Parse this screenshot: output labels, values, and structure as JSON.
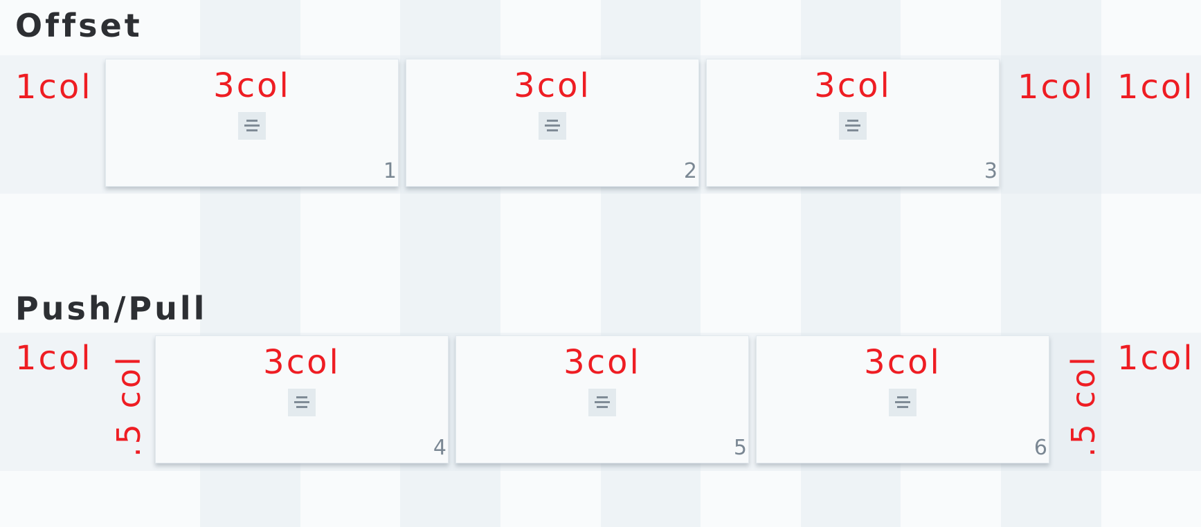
{
  "sections": {
    "offset": {
      "heading": "Offset",
      "left_label": "1col",
      "right_labels": [
        "1col",
        "1col"
      ],
      "cards": [
        {
          "title": "3col",
          "number": "1",
          "icon": "text-align-center-icon"
        },
        {
          "title": "3col",
          "number": "2",
          "icon": "text-align-center-icon"
        },
        {
          "title": "3col",
          "number": "3",
          "icon": "text-align-center-icon"
        }
      ]
    },
    "pushpull": {
      "heading": "Push/Pull",
      "left_label": "1col",
      "left_vertical_label": ".5 col",
      "right_vertical_label": ".5 col",
      "right_label": "1col",
      "cards": [
        {
          "title": "3col",
          "number": "4",
          "icon": "text-align-center-icon"
        },
        {
          "title": "3col",
          "number": "5",
          "icon": "text-align-center-icon"
        },
        {
          "title": "3col",
          "number": "6",
          "icon": "text-align-center-icon"
        }
      ]
    }
  },
  "colors": {
    "label_red": "#ee1d23",
    "heading": "#2d2f33",
    "card_number": "#7a8793",
    "stripe_dark": "#eef3f6",
    "stripe_light": "#f9fbfc"
  }
}
